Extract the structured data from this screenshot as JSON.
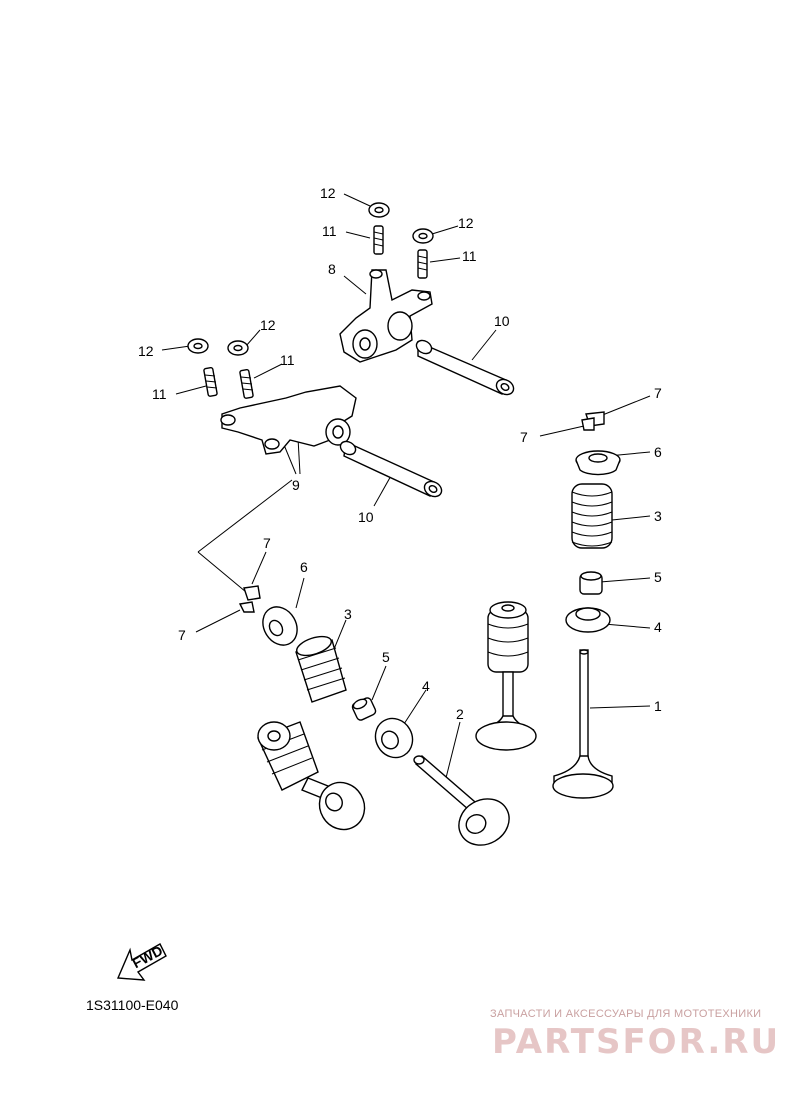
{
  "document": {
    "code": "1S31100-E040",
    "fwd_label": "FWD"
  },
  "callouts": {
    "c1": "1",
    "c2": "2",
    "c3a": "3",
    "c3b": "3",
    "c4a": "4",
    "c4b": "4",
    "c5a": "5",
    "c5b": "5",
    "c6a": "6",
    "c6b": "6",
    "c7a": "7",
    "c7b": "7",
    "c7c": "7",
    "c7d": "7",
    "c8": "8",
    "c9": "9",
    "c10a": "10",
    "c10b": "10",
    "c11a": "11",
    "c11b": "11",
    "c11c": "11",
    "c11d": "11",
    "c12a": "12",
    "c12b": "12",
    "c12c": "12",
    "c12d": "12"
  },
  "watermark": {
    "tagline": "ЗАПЧАСТИ И АКСЕССУАРЫ ДЛЯ МОТОТЕХНИКИ",
    "logo": "PARTSFOR.RU"
  },
  "colors": {
    "line": "#000000",
    "watermark": "#e6c6c6"
  }
}
